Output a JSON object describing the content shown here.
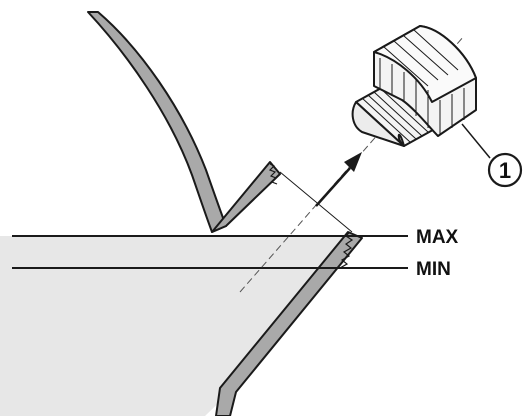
{
  "diagram": {
    "labels": {
      "max": "MAX",
      "min": "MIN"
    },
    "callouts": [
      {
        "number": "1",
        "target": "filler-plug"
      }
    ],
    "colors": {
      "fluid": "#e7e7e7",
      "wall": "#a9a9a9",
      "outline": "#1a1a1a",
      "plug_body": "#f4f4f4"
    }
  }
}
